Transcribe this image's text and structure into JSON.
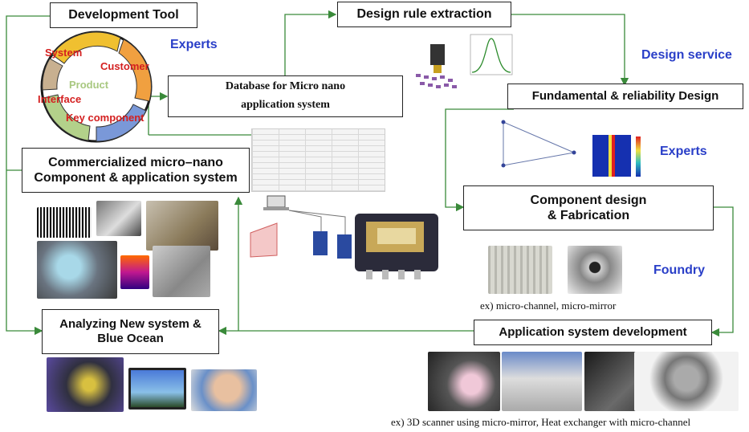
{
  "boxes": {
    "development_tool": "Development Tool",
    "design_rule_extraction": "Design rule extraction",
    "database_line1": "Database for Micro nano",
    "database_line2": "application system",
    "fundamental_design": "Fundamental & reliability  Design",
    "commercialized_line1": "Commercialized micro–nano",
    "commercialized_line2": "Component & application system",
    "component_design_line1": "Component design",
    "component_design_line2": "& Fabrication",
    "analyzing_line1": "Analyzing New system &",
    "analyzing_line2": "Blue Ocean",
    "application_dev": "Application system development"
  },
  "labels": {
    "experts_top": "Experts",
    "design_service": "Design service",
    "experts_mid": "Experts",
    "foundry": "Foundry"
  },
  "cycle": {
    "system": "System",
    "customer": "Customer",
    "product": "Product",
    "interface": "Interface",
    "key_component": "Key component"
  },
  "captions": {
    "micro_parts": "ex) micro-channel,  micro-mirror",
    "examples": "ex) 3D scanner  using micro-mirror,  Heat exchanger with micro-channel"
  },
  "colors": {
    "arrow": "#3a8a3a",
    "label_blue": "#2a3fc8",
    "cycle_red": "#d42020"
  }
}
